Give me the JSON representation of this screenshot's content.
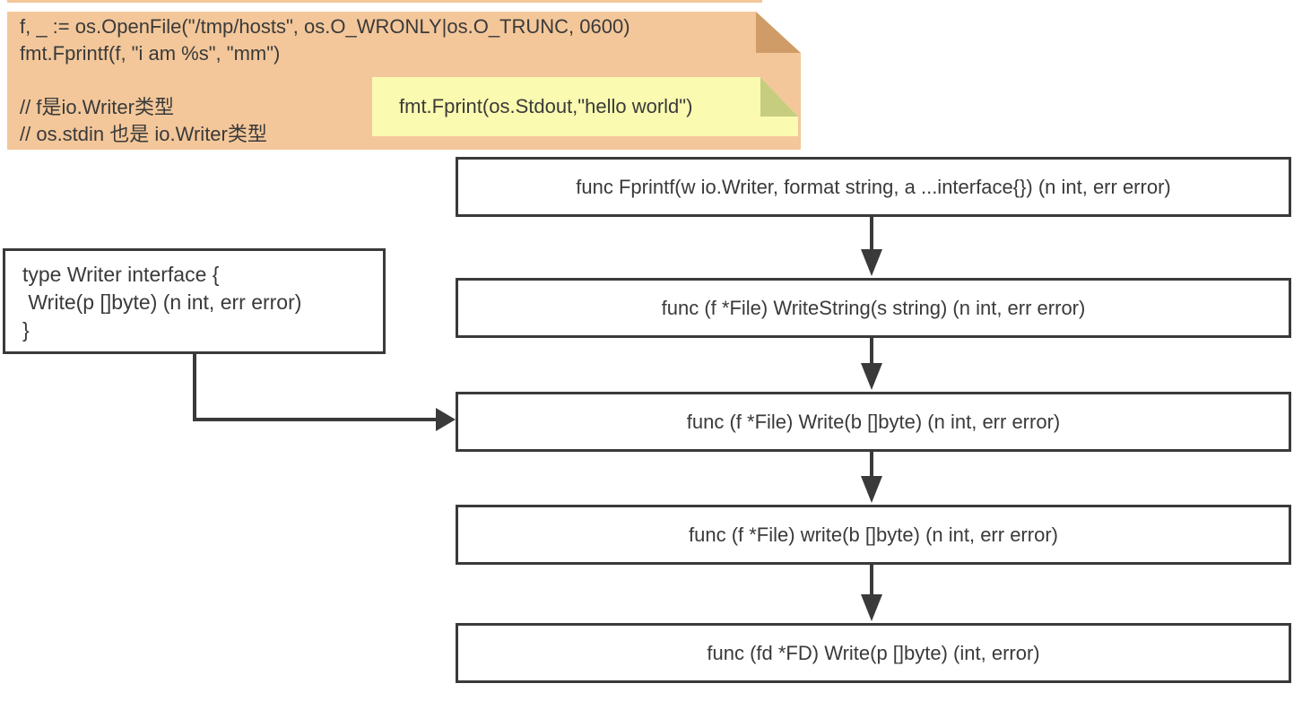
{
  "notes": {
    "orange": {
      "lines": [
        "f, _ := os.OpenFile(\"/tmp/hosts\", os.O_WRONLY|os.O_TRUNC, 0600)",
        "fmt.Fprintf(f, \"i am %s\", \"mm\")",
        "",
        "// f是io.Writer类型",
        "// os.stdin 也是 io.Writer类型"
      ]
    },
    "yellow": {
      "text": "fmt.Fprint(os.Stdout,\"hello world\")"
    }
  },
  "interface_box": {
    "lines": [
      "type Writer interface {",
      " Write(p []byte) (n int, err error)",
      "}"
    ]
  },
  "flow_boxes": [
    {
      "label": "func Fprintf(w io.Writer, format string, a ...interface{}) (n int, err error)"
    },
    {
      "label": "func (f *File) WriteString(s string) (n int, err error)"
    },
    {
      "label": "func (f *File) Write(b []byte) (n int, err error)"
    },
    {
      "label": "func (f *File) write(b []byte) (n int, err error)"
    },
    {
      "label": "func (fd *FD) Write(p []byte) (int, error)"
    }
  ],
  "colors": {
    "ink": "#3a3a3a",
    "note-orange": "#f3c79a",
    "note-orange-fold": "#cf9c68",
    "note-yellow": "#fafab0",
    "note-yellow-fold": "#c6cd7f"
  }
}
